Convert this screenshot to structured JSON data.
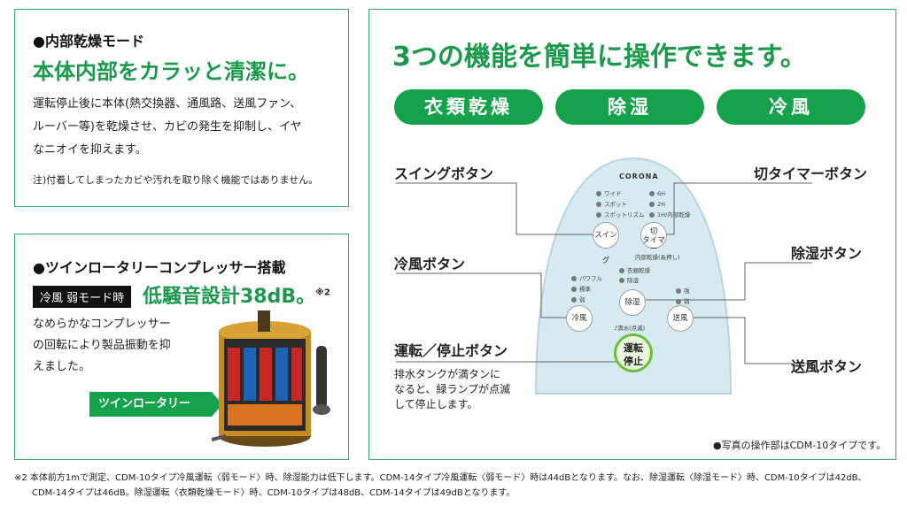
{
  "panel_drying": {
    "heading": "●内部乾燥モード",
    "title": "本体内部をカラッと清潔に。",
    "body_lines": [
      "運転停止後に本体(熱交換器、通風路、送風ファン、",
      "ルーバー等)を乾燥させ、カビの発生を抑制し、イヤ",
      "なニオイを抑えます。"
    ],
    "note": "注)付着してしまったカビや汚れを取り除く機能ではありません。"
  },
  "panel_compressor": {
    "heading": "●ツインロータリーコンプレッサー搭載",
    "mode_label": "冷風 弱モード時",
    "noise_title": "低騒音設計38dB。",
    "noise_sup": "※2",
    "body_lines": [
      "なめらかなコンプレッサー",
      "の回転により製品振動を抑",
      "えました。"
    ],
    "badge": "ツインロータリー"
  },
  "panel_controls": {
    "title": "3つの機能を簡単に操作できます。",
    "functions": [
      "衣類乾燥",
      "除湿",
      "冷風"
    ],
    "callouts": {
      "swing": "スイングボタン",
      "timer": "切タイマーボタン",
      "dehumid": "除湿ボタン",
      "cool": "冷風ボタン",
      "run_stop": "運転／停止ボタン",
      "fan": "送風ボタン"
    },
    "run_stop_desc": [
      "排水タンクが満タンに",
      "なると、緑ランプが点滅",
      "して停止します。"
    ],
    "photo_note": "●写真の操作部はCDM-10タイプです。",
    "remote": {
      "brand": "CORONA",
      "swing_leds": [
        "ワイド",
        "スポット",
        "スポットリズム"
      ],
      "timer_leds": [
        "6H",
        "2H",
        "1H/内部乾燥"
      ],
      "swing_btn": "スイング",
      "timer_btn": [
        "切",
        "タイマー"
      ],
      "internal_dry": "内部乾燥(長押し)",
      "mode_leds": [
        "衣類乾燥",
        "除湿"
      ],
      "cool_leds": [
        "パワフル",
        "標準",
        "弱"
      ],
      "fan_leds": [
        "強",
        "弱"
      ],
      "cool_btn": "冷風",
      "dehumid_btn": "除湿",
      "fan_btn": "送風",
      "tank_label": "♪満水(点滅)",
      "run_btn": [
        "運転",
        "停止"
      ]
    }
  },
  "footnote_lines": [
    "※2 本体前方1mで測定、CDM-10タイプ冷風運転〈弱モード〉時、除湿能力は低下します。CDM-14タイプ冷風運転〈弱モード〉時は44dBとなります。なお、除湿運転〈除湿モード〉時、CDM-10タイプは42dB、",
    "CDM-14タイプは46dB。除湿運転〈衣類乾燥モード〉時、CDM-10タイプは48dB、CDM-14タイプは49dBとなります。"
  ],
  "colors": {
    "accent": "#16a24a",
    "border": "#3aa86b",
    "remote": "#d6eaf2"
  }
}
